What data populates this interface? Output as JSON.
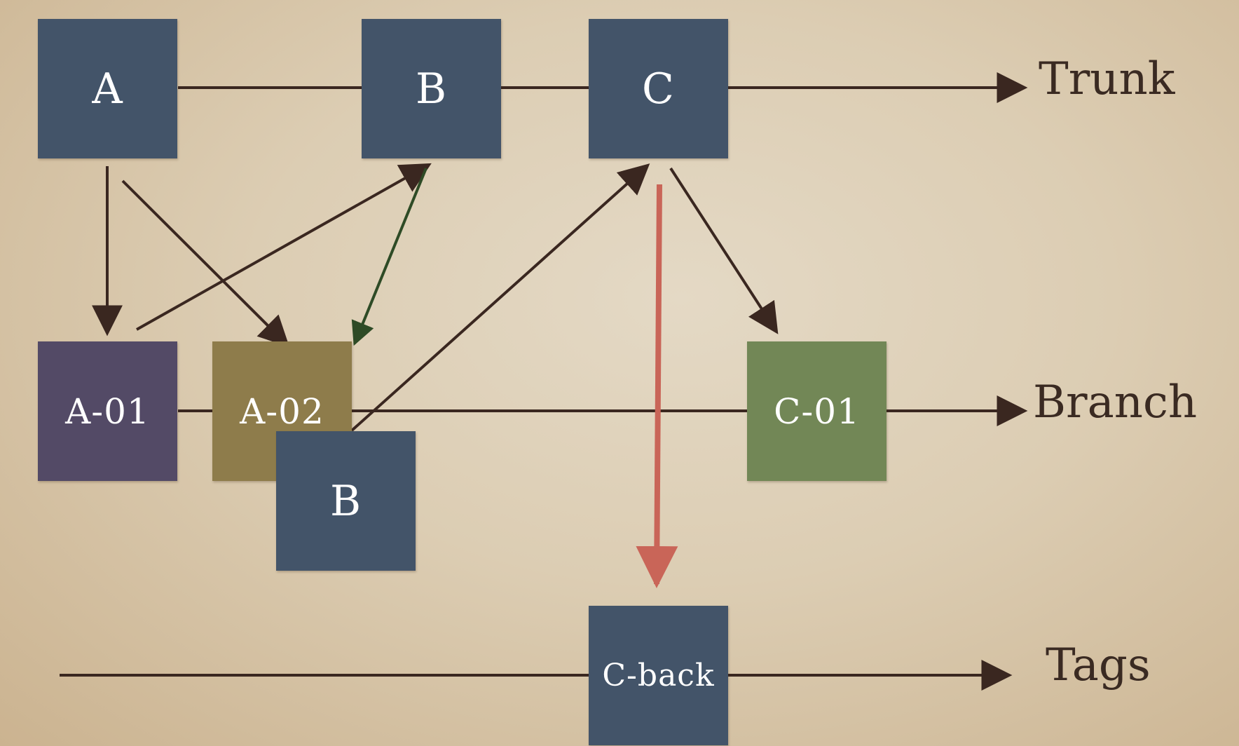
{
  "colors": {
    "background": "#dcccb2",
    "node_blue": "#435469",
    "node_purple": "#534a66",
    "node_olive": "#8e7c4b",
    "node_green": "#728756",
    "line_dark": "#3a2720",
    "arrow_green": "#2e4b26",
    "arrow_red": "#c96558"
  },
  "tracks": {
    "trunk": "Trunk",
    "branch": "Branch",
    "tags": "Tags"
  },
  "nodes": {
    "a": "A",
    "b_trunk": "B",
    "c": "C",
    "a01": "A-01",
    "a02": "A-02",
    "b_branch": "B",
    "c01": "C-01",
    "cback": "C-back"
  }
}
